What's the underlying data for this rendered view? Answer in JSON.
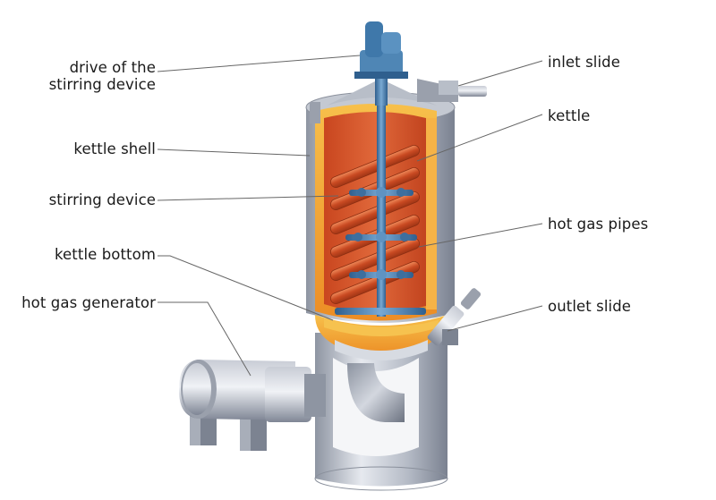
{
  "labels": {
    "drive_line1": "drive of the",
    "drive_line2": "stirring device",
    "kettle_shell": "kettle shell",
    "stirring_device": "stirring device",
    "kettle_bottom": "kettle bottom",
    "hot_gas_generator": "hot gas generator",
    "inlet_slide": "inlet slide",
    "kettle": "kettle",
    "hot_gas_pipes": "hot gas pipes",
    "outlet_slide": "outlet slide"
  },
  "colors": {
    "steel_light": "#dfe3ea",
    "steel_mid": "#a9afbb",
    "steel_dark": "#6f7684",
    "kettle_inner": "#d9572c",
    "kettle_wall": "#f3a63a",
    "stirrer_blue": "#4f86b5",
    "leader_line": "#666666"
  }
}
